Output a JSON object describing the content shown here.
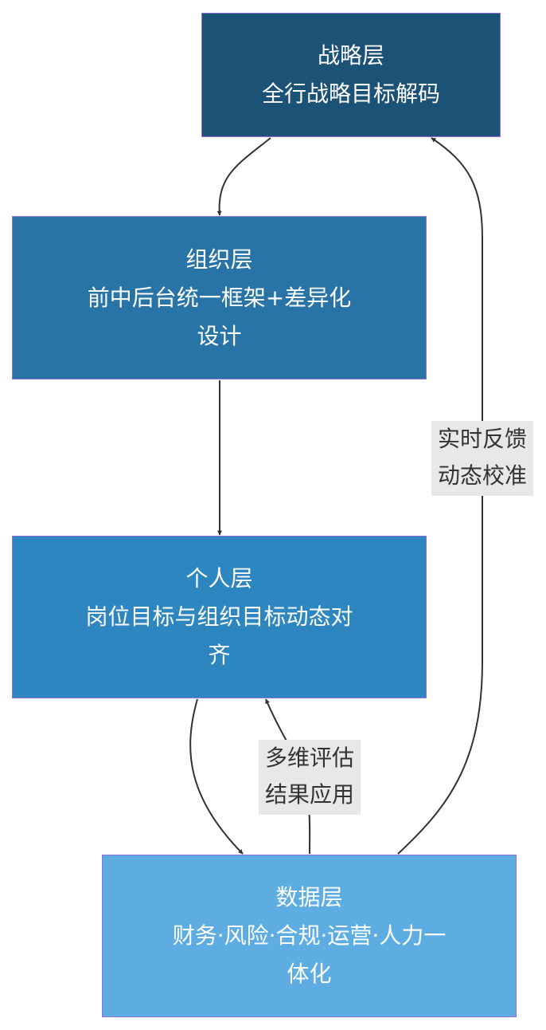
{
  "nodes": {
    "strategy": {
      "title": "战略层",
      "desc": "全行战略目标解码"
    },
    "org": {
      "title": "组织层",
      "desc_line1": "前中后台统一框架+差异化",
      "desc_line2": "设计"
    },
    "person": {
      "title": "个人层",
      "desc_line1": "岗位目标与组织目标动态对",
      "desc_line2": "齐"
    },
    "data": {
      "title": "数据层",
      "desc_line1": "财务·风险·合规·运营·人力一",
      "desc_line2": "体化"
    }
  },
  "edge_labels": {
    "feedback": {
      "line1": "实时反馈",
      "line2": "动态校准"
    },
    "assess": {
      "line1": "多维评估",
      "line2": "结果应用"
    }
  },
  "colors": {
    "strategy": "#1B5276",
    "org": "#2874A6",
    "person": "#2E86C1",
    "data": "#5DADE2",
    "border": "#9370DB",
    "edge": "#333333",
    "label_bg": "#e8e8e8"
  }
}
